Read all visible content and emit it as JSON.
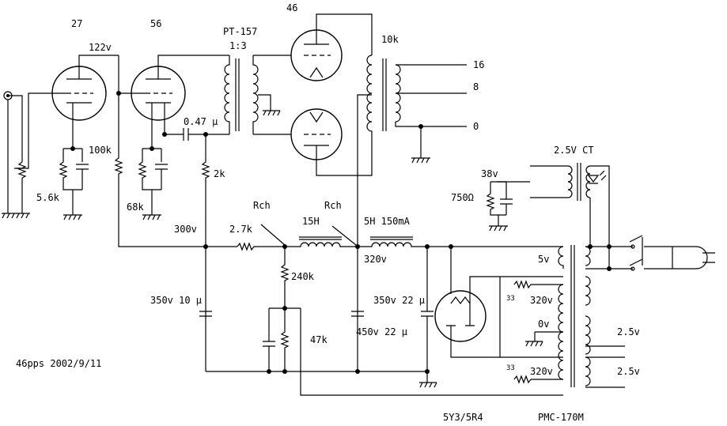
{
  "labels": {
    "tube_27": "27",
    "tube_56": "56",
    "tube_46": "46",
    "v122": "122v",
    "pt157": "PT-157",
    "ratio": "1:3",
    "ot_10k": "10k",
    "tap16": "16",
    "tap8": "8",
    "tap0": "0",
    "cap047": "0.47 μ",
    "r100k": "100k",
    "r2k": "2k",
    "r56k": "5.6k",
    "r68k": "68k",
    "rch1": "Rch",
    "rch2": "Rch",
    "ch15h": "15H",
    "ch5h": "5H 150mA",
    "v300": "300v",
    "r27k": "2.7k",
    "v320": "320v",
    "r240k": "240k",
    "c350_10": "350v 10 μ",
    "c350_22": "350v 22 μ",
    "c450_22": "450v 22 μ",
    "r47k": "47k",
    "ht25ct": "2.5V CT",
    "v38": "38v",
    "r750": "750Ω",
    "s5v": "5v",
    "s320a": "320v",
    "s0v": "0v",
    "s320b": "320v",
    "s33a": "33",
    "s33b": "33",
    "s25a": "2.5v",
    "s25b": "2.5v",
    "rect": "5Y3/5R4",
    "ptrans": "PMC-170M",
    "date": "46pps 2002/9/11"
  }
}
